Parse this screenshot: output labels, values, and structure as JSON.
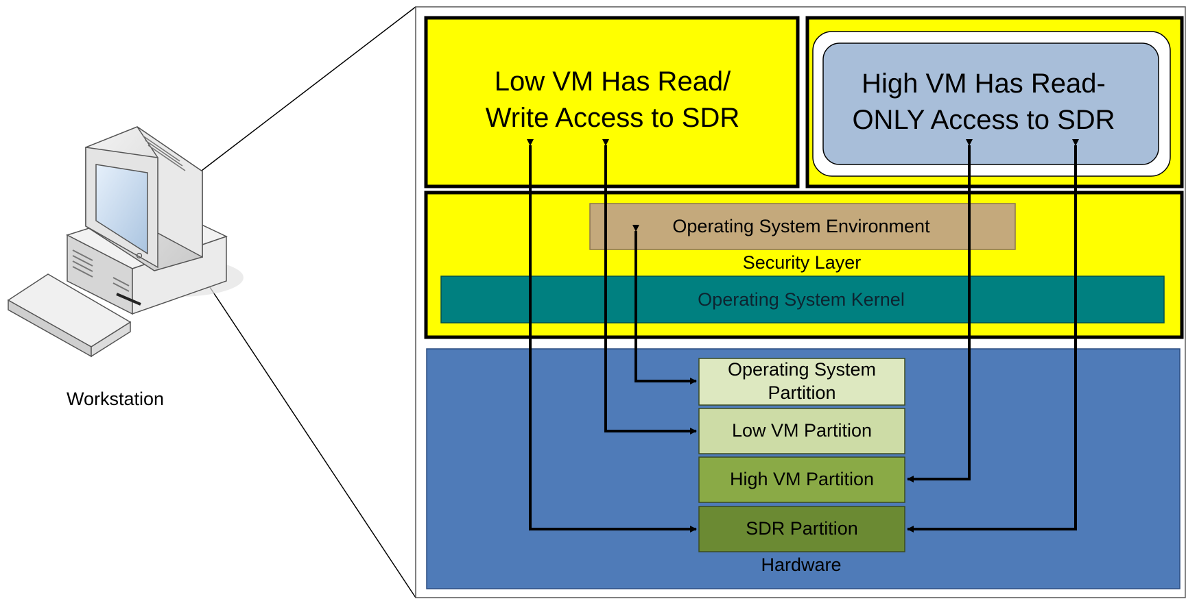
{
  "workstation": {
    "label": "Workstation"
  },
  "vms": {
    "low": {
      "line1": "Low VM Has Read/",
      "line2": "Write Access to SDR"
    },
    "high": {
      "line1": "High VM Has Read-",
      "line2": "ONLY Access to SDR"
    }
  },
  "security": {
    "os_environment": "Operating System Environment",
    "layer_label": "Security Layer",
    "os_kernel": "Operating System Kernel"
  },
  "hardware": {
    "label": "Hardware",
    "partitions": {
      "os_line1": "Operating System",
      "os_line2": "Partition",
      "low_vm": "Low VM Partition",
      "high_vm": "High VM Partition",
      "sdr": "SDR Partition"
    }
  },
  "colors": {
    "vm_yellow": "#FFFF00",
    "high_vm_box": "#A8BED9",
    "os_environment": "#C4A97C",
    "os_kernel": "#008080",
    "hardware": "#4F7BB8",
    "partition_os": "#DDE8C0",
    "partition_low": "#CDDCA6",
    "partition_high": "#8AAA46",
    "partition_sdr": "#6B8A33"
  }
}
